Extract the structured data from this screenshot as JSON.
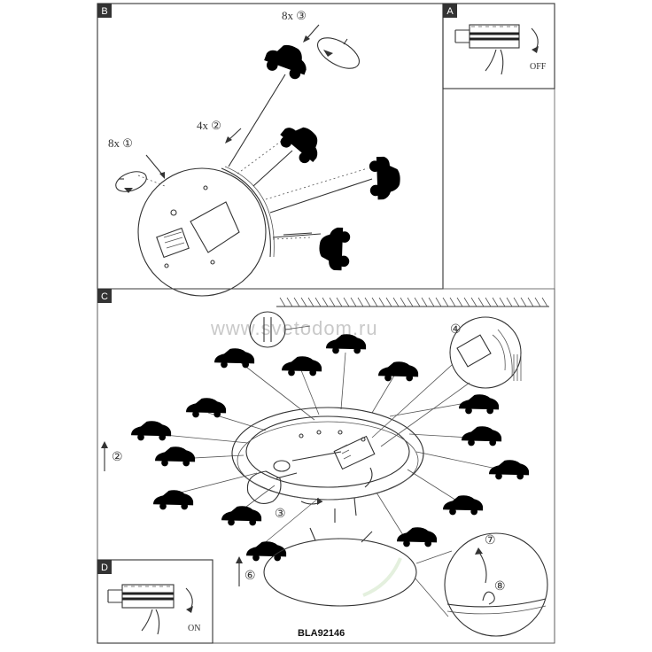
{
  "panels": {
    "b": {
      "letter": "B"
    },
    "a": {
      "letter": "A",
      "switch_label": "OFF"
    },
    "c": {
      "letter": "C"
    },
    "d": {
      "letter": "D",
      "switch_label": "ON"
    }
  },
  "steps": {
    "screws_outer": "8x ③",
    "arms": "4x ②",
    "screws_inner": "8x ①",
    "c_step_2": "②",
    "c_step_3": "③",
    "c_step_4": "④",
    "c_step_6": "⑥",
    "c_step_7": "⑦",
    "c_step_8": "⑧"
  },
  "watermark": "www.svetodom.ru",
  "product_code": "BLA92146",
  "colors": {
    "line": "#333333",
    "panel_tag": "#333333",
    "watermark": "#c9c9c9"
  }
}
